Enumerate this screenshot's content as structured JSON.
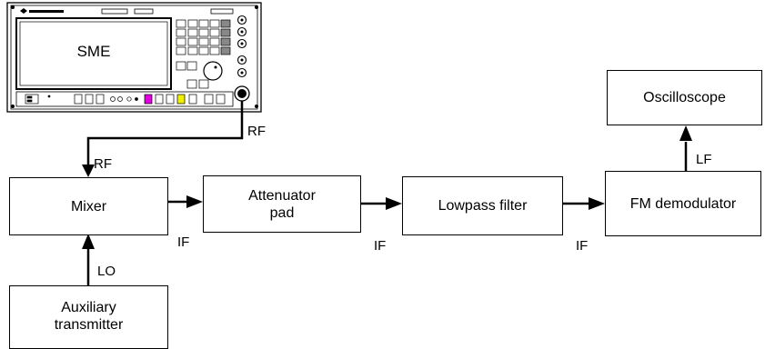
{
  "instrument": {
    "name": "SME"
  },
  "blocks": {
    "mixer": "Mixer",
    "attenuator": "Attenuator\npad",
    "lowpass": "Lowpass filter",
    "fm_demod": "FM demodulator",
    "oscilloscope": "Oscilloscope",
    "aux_tx": "Auxiliary\ntransmitter"
  },
  "signals": {
    "rf_out": "RF",
    "rf_in": "RF",
    "if1": "IF",
    "if2": "IF",
    "if3": "IF",
    "lo": "LO",
    "lf": "LF"
  },
  "colors": {
    "magenta_key": "#e000e0",
    "yellow_key": "#f0f000"
  }
}
